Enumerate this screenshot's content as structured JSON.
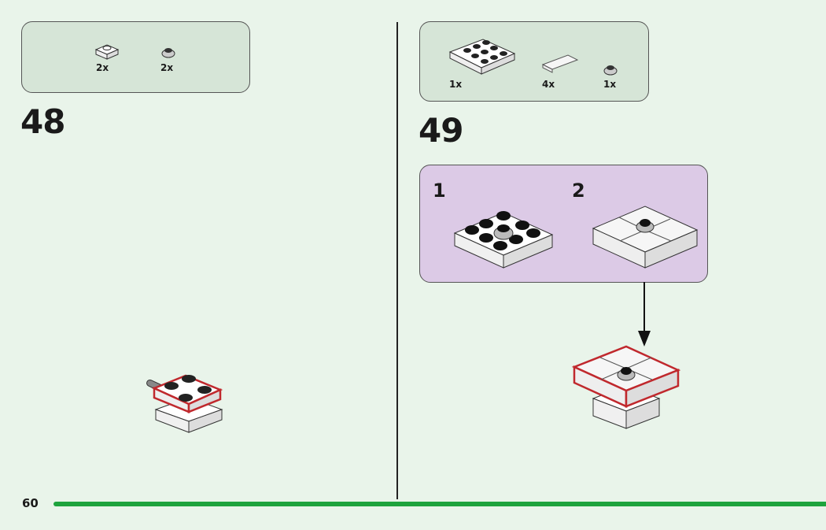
{
  "page_number": "60",
  "colors": {
    "background": "#e9f4ea",
    "parts_box": "#d6e5d7",
    "substep_box": "#dccae6",
    "progress_line": "#1ea33d",
    "highlight": "#c0282d"
  },
  "steps": [
    {
      "number": "48",
      "parts": [
        {
          "name": "plate-1x1",
          "qty": "2x"
        },
        {
          "name": "round-plate-1x1",
          "qty": "2x"
        }
      ]
    },
    {
      "number": "49",
      "parts": [
        {
          "name": "plate-3x3",
          "qty": "1x"
        },
        {
          "name": "tile-1x2-transparent",
          "qty": "4x"
        },
        {
          "name": "round-plate-1x1",
          "qty": "1x"
        }
      ],
      "substeps": [
        {
          "number": "1"
        },
        {
          "number": "2"
        }
      ]
    }
  ]
}
